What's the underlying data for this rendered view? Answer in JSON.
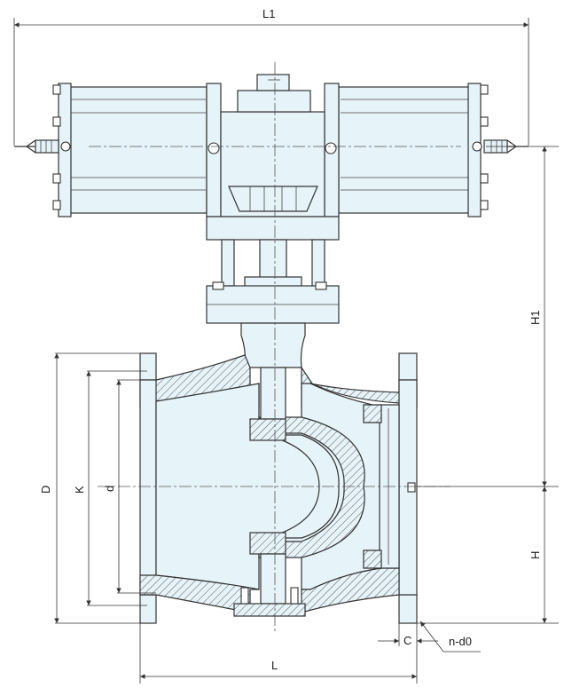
{
  "labels": {
    "L1": "L1",
    "H1": "H1",
    "H": "H",
    "D": "D",
    "K": "K",
    "d": "d",
    "L": "L",
    "C": "C",
    "nd0": "n-d0"
  },
  "colors": {
    "body_fill": "#e6f3f9",
    "outline": "#333333"
  }
}
